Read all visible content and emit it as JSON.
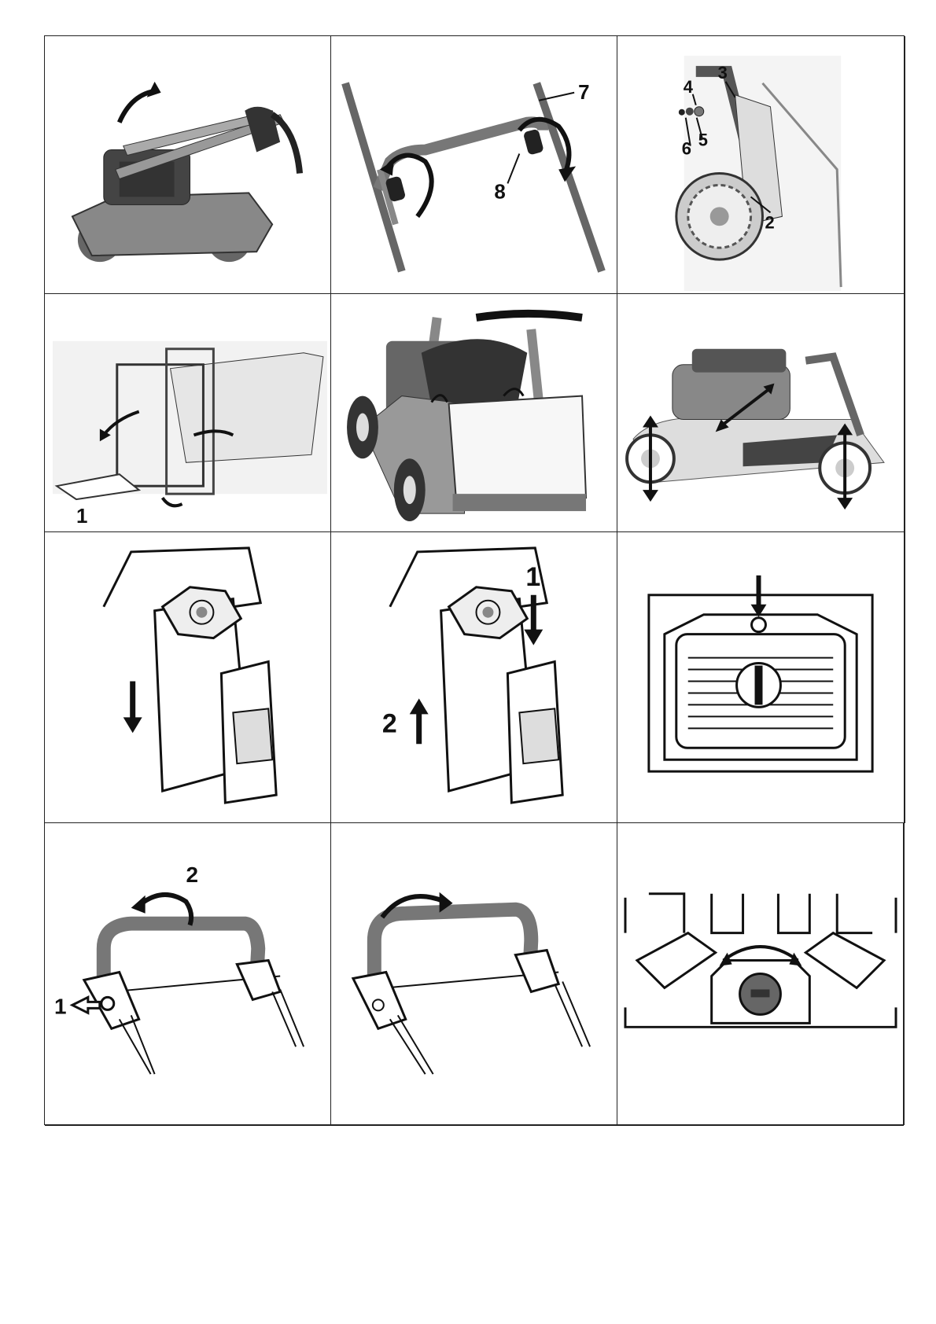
{
  "cells": [
    {
      "id": "fold-handle",
      "labels": []
    },
    {
      "id": "handle-knobs",
      "labels": [
        "7",
        "8"
      ]
    },
    {
      "id": "handle-bolt",
      "labels": [
        "3",
        "4",
        "5",
        "6",
        "2"
      ]
    },
    {
      "id": "grass-bag-frame",
      "labels": [
        "1"
      ]
    },
    {
      "id": "attach-grass-bag",
      "labels": []
    },
    {
      "id": "height-adjust",
      "labels": []
    },
    {
      "id": "battery-latch-down",
      "labels": []
    },
    {
      "id": "battery-release",
      "labels": [
        "1",
        "2"
      ]
    },
    {
      "id": "press-button",
      "labels": []
    },
    {
      "id": "bail-release",
      "labels": [
        "2",
        "1"
      ]
    },
    {
      "id": "bail-rotate",
      "labels": []
    },
    {
      "id": "speed-dial",
      "labels": []
    }
  ]
}
